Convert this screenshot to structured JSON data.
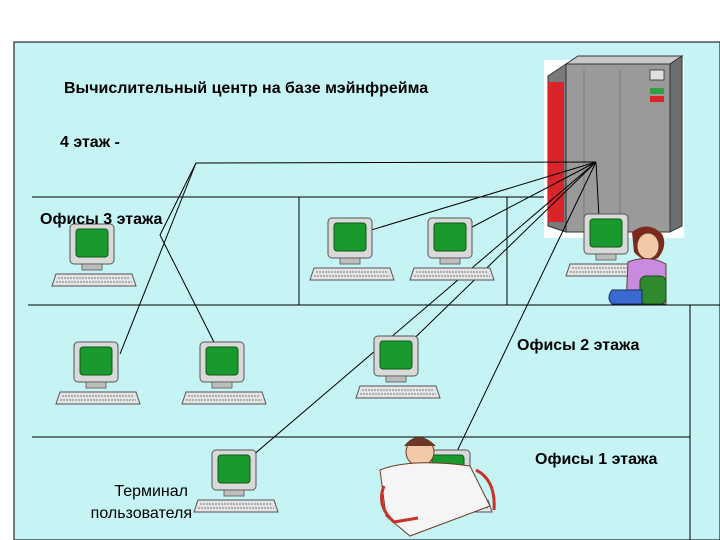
{
  "title": "Вычислительный центр на базе мэйнфрейма",
  "floor4": "4 этаж -",
  "floor3": "Офисы 3 этажа",
  "floor2": "Офисы 2 этажа",
  "floor1": "Офисы 1 этажа",
  "terminal_line1": "Терминал",
  "terminal_line2": "пользователя",
  "colors": {
    "background": "#c6f4f4",
    "screen": "#1a9a2e",
    "mainframe_red": "#d9252a",
    "mainframe_grey": "#9a9a9a",
    "line": "#000000"
  }
}
